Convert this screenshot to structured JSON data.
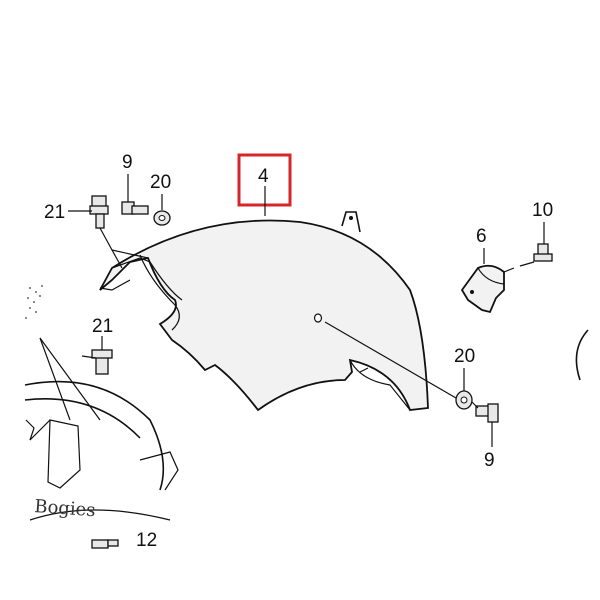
{
  "callouts": {
    "part_4": "4",
    "part_9_top": "9",
    "part_20_top": "20",
    "part_21_top": "21",
    "part_21_mid": "21",
    "part_6": "6",
    "part_10": "10",
    "part_20_bottom": "20",
    "part_9_bottom": "9",
    "part_12": "12"
  },
  "watermark_text": "Bogies",
  "colors": {
    "highlight": "#d7262b",
    "line": "#111111",
    "background": "#ffffff"
  }
}
